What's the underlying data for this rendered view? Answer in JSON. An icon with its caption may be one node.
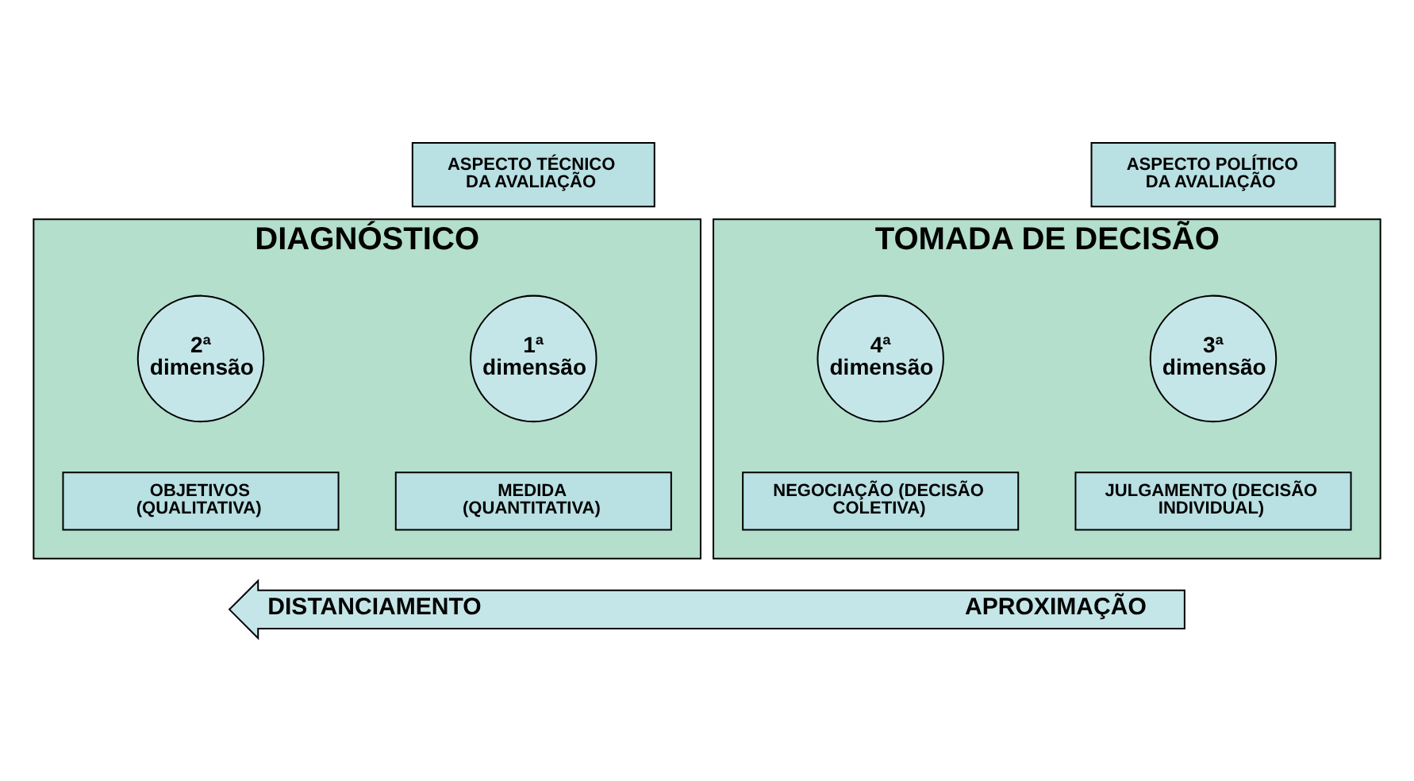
{
  "diagram": {
    "nodes": [
      {
        "text": [
          "ASPECTO TÉCNICO DA AVALIAÇÃO"
        ]
      },
      {
        "text": [
          "ASPECTO POLÍTICO DA AVALIAÇÃO"
        ]
      },
      {
        "text": [
          "DIAGNÓSTICO"
        ]
      },
      {
        "text": [
          "1ª dimensão"
        ],
        "in": 2
      },
      {
        "text": [
          "2ª dimensão"
        ],
        "in": 2
      },
      {
        "text": [
          "MEDIDA (QUANTITATIVA)"
        ],
        "in": 2
      },
      {
        "text": [
          "OBJETIVOS (QUALITATIVA)"
        ],
        "in": 2
      },
      {
        "text": [
          "TOMADA DE DECISÃO"
        ]
      },
      {
        "text": [
          "3ª dimensão"
        ],
        "in": 7
      },
      {
        "text": [
          "4ª dimensão"
        ],
        "in": 7
      },
      {
        "text": [
          "JULGAMENTO (DECISÃO INDIVIDUAL)"
        ],
        "in": 7
      },
      {
        "text": [
          "NEGOCIAÇÃO (DECISÃO COLETIVA)"
        ],
        "in": 7
      },
      {
        "text": [
          "DISTANCIAMENTO",
          "APROXIMAÇÃO"
        ]
      }
    ]
  }
}
